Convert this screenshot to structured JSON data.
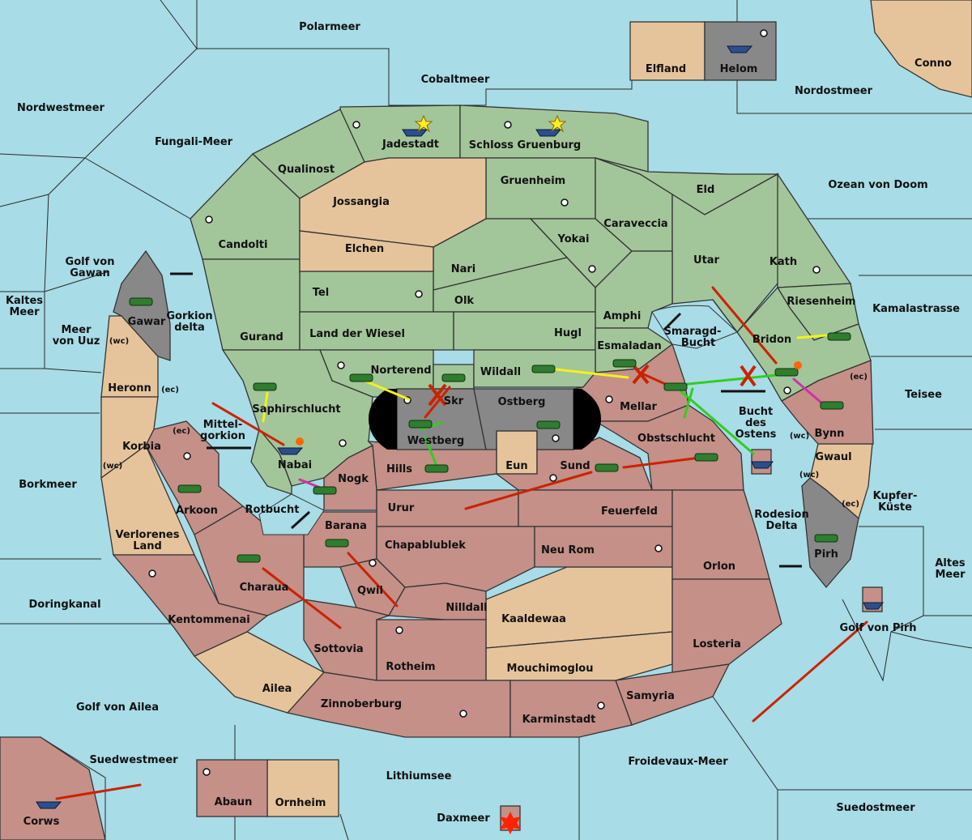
{
  "colors": {
    "sea": "#a8dce6",
    "green_power": "#a3c59a",
    "neutral": "#e6c49b",
    "red_power": "#c49088",
    "impassable": "#888888",
    "arrow_red": "#cc2200",
    "arrow_yellow": "#f2f21a",
    "arrow_green": "#33cc22",
    "arrow_magenta": "#cc33aa"
  },
  "seas": {
    "polarmeer": "Polarmeer",
    "cobaltmeer": "Cobaltmeer",
    "nordwestmeer": "Nordwestmeer",
    "fungali": "Fungali-Meer",
    "nordostmeer": "Nordostmeer",
    "conno": "Conno",
    "ozean": "Ozean von Doom",
    "kamala": "Kamalastrasse",
    "teisee": "Teisee",
    "kupfer1": "Kupfer-",
    "kupfer2": "Küste",
    "altes1": "Altes",
    "altes2": "Meer",
    "golfgawan1": "Golf von",
    "golfgawan2": "Gawan",
    "kaltes1": "Kaltes",
    "kaltes2": "Meer",
    "uuz1": "Meer",
    "uuz2": "von Uuz",
    "gorkion1": "Gorkion",
    "gorkion2": "delta",
    "mittel1": "Mittel-",
    "mittel2": "gorkion",
    "borkmeer": "Borkmeer",
    "rotbucht": "Rotbucht",
    "doring": "Doringkanal",
    "golfailea": "Golf von Ailea",
    "suedwest": "Suedwestmeer",
    "lithium": "Lithiumsee",
    "dax": "Daxmeer",
    "froidevaux": "Froidevaux-Meer",
    "suedost": "Suedostmeer",
    "golfpirh": "Golf von Pirh",
    "smaragd1": "Smaragd-",
    "smaragd2": "Bucht",
    "bucht1": "Bucht",
    "bucht2": "des",
    "bucht3": "Ostens",
    "rodesion1": "Rodesion",
    "rodesion2": "Delta"
  },
  "provinces": {
    "elfland": "Elfland",
    "helom": "Helom",
    "jadestadt": "Jadestadt",
    "schloss": "Schloss Gruenburg",
    "qualinost": "Qualinost",
    "jossangia": "Jossangia",
    "gruenheim": "Gruenheim",
    "eld": "Eld",
    "candolti": "Candolti",
    "elchen": "Elchen",
    "caraveccia": "Caraveccia",
    "yokai": "Yokai",
    "nari": "Nari",
    "utar": "Utar",
    "kath": "Kath",
    "tel": "Tel",
    "olk": "Olk",
    "amphi": "Amphi",
    "riesenheim": "Riesenheim",
    "gurand": "Gurand",
    "landwiesel": "Land der Wiesel",
    "hugl": "Hugl",
    "esmaladan": "Esmaladan",
    "bridon": "Bridon",
    "norterend": "Norterend",
    "wildall": "Wildall",
    "skr": "Skr",
    "ostberg": "Ostberg",
    "mellar": "Mellar",
    "saphir": "Saphirschlucht",
    "westberg": "Westberg",
    "obstschlucht": "Obstschlucht",
    "bynn": "Bynn",
    "gwaul": "Gwaul",
    "gawar": "Gawar",
    "heronn": "Heronn",
    "korbia": "Korbia",
    "nabai": "Nabai",
    "hills": "Hills",
    "eun": "Eun",
    "sund": "Sund",
    "nogk": "Nogk",
    "arkoon": "Arkoon",
    "urur": "Urur",
    "feuerfeld": "Feuerfeld",
    "verlorenes1": "Verlorenes",
    "verlorenes2": "Land",
    "barana": "Barana",
    "chapa": "Chapablublek",
    "neurom": "Neu Rom",
    "orlon": "Orlon",
    "pirh": "Pirh",
    "charaua": "Charaua",
    "qwil": "Qwil",
    "nilldall": "Nilldall",
    "kaaldewaa": "Kaaldewaa",
    "kentommenai": "Kentommenai",
    "sottovia": "Sottovia",
    "rotheim": "Rotheim",
    "mouchi": "Mouchimoglou",
    "losteria": "Losteria",
    "ailea": "Ailea",
    "samyria": "Samyria",
    "zinnoberburg": "Zinnoberburg",
    "karminstadt": "Karminstadt",
    "abaun": "Abaun",
    "ornheim": "Ornheim",
    "corws": "Corws"
  },
  "coast_tags": {
    "wc": "(wc)",
    "ec": "(ec)"
  }
}
